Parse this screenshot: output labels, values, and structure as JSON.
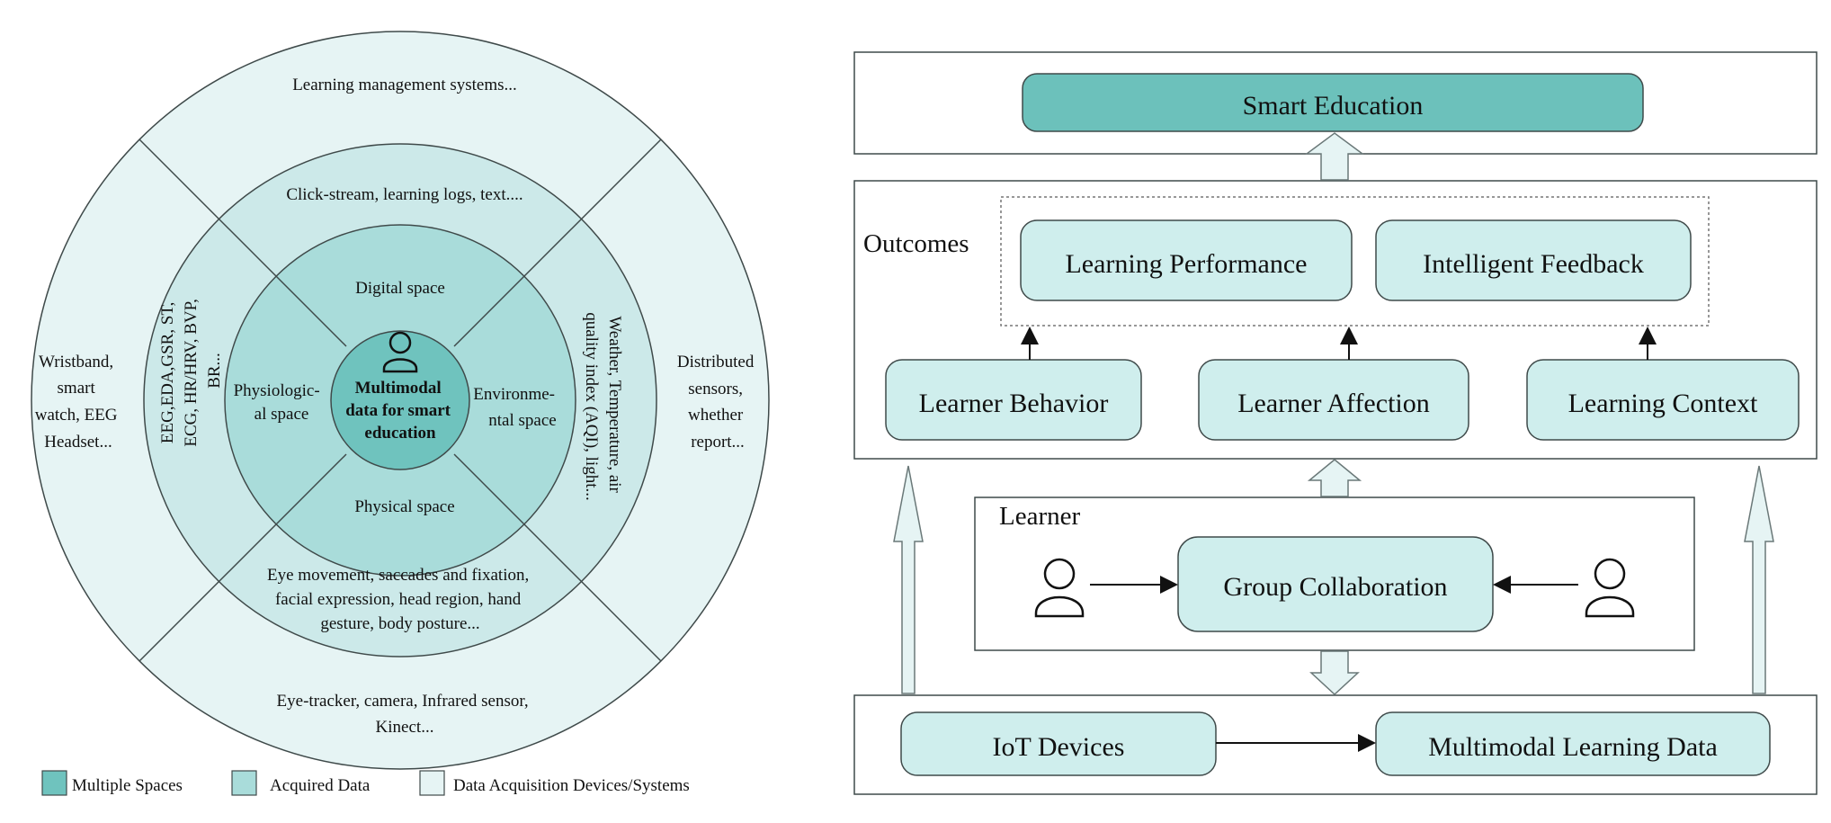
{
  "colors": {
    "outer_ring": "#e6f4f4",
    "middle_ring": "#cce9e9",
    "inner_ring": "#a9dcda",
    "center": "#6fc3be",
    "box_fill": "#cfeeed",
    "top_fill": "#6cc1bb",
    "stroke": "#3f4a4a"
  },
  "circle": {
    "outer": {
      "top": "Learning management systems...",
      "left": [
        "Wristband,",
        "smart",
        "watch, EEG",
        "Headset..."
      ],
      "right": [
        "Distributed",
        "sensors,",
        "whether",
        "report..."
      ],
      "bottom": [
        "Eye-tracker, camera, Infrared sensor,",
        "Kinect..."
      ]
    },
    "middle": {
      "top": "Click-stream, learning logs, text....",
      "left": [
        "EEG,EDA,GSR, ST,",
        "ECG, HR/HRV, BVP,",
        "BR..."
      ],
      "right": [
        "Weather, Temperature, air",
        "quality index (AQI), light..."
      ],
      "bottom": [
        "Eye movement, saccades and fixation,",
        "facial expression, head region, hand",
        "gesture, body posture..."
      ]
    },
    "inner": {
      "top": "Digital space",
      "left": [
        "Physiologic-",
        "al space"
      ],
      "right": [
        "Environme-",
        "ntal space"
      ],
      "bottom": "Physical space"
    },
    "center": [
      "Multimodal",
      "data for smart",
      "education"
    ],
    "center_icon": "person-icon"
  },
  "legend": [
    {
      "label": "Multiple Spaces",
      "color": "#6fc3be"
    },
    {
      "label": "Acquired Data",
      "color": "#a9dcda"
    },
    {
      "label": "Data Acquisition Devices/Systems",
      "color": "#e6f4f4"
    }
  ],
  "framework": {
    "top": "Smart Education",
    "outcomes_label": "Outcomes",
    "outcomes": [
      "Learning Performance",
      "Intelligent Feedback"
    ],
    "factors": [
      "Learner Behavior",
      "Learner Affection",
      "Learning Context"
    ],
    "learner_label": "Learner",
    "collaboration": "Group Collaboration",
    "devices": "IoT Devices",
    "data": "Multimodal Learning Data"
  }
}
